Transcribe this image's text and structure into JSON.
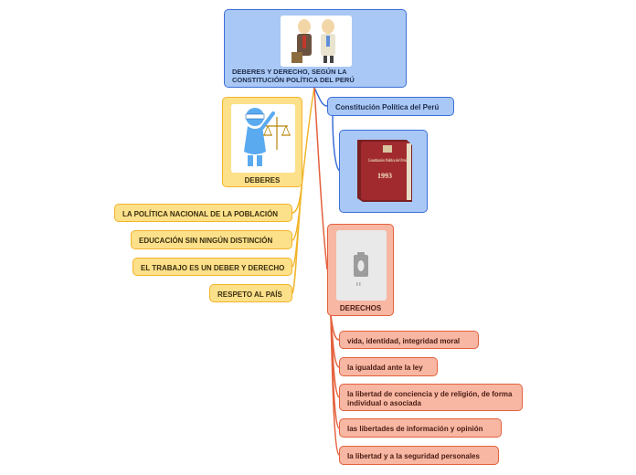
{
  "root": {
    "title": "DEBERES Y DERECHO, SEGÚN LA CONSTITUCIÓN POLÍTICA DEL PERÚ"
  },
  "constitution": {
    "label": "Constitución Política del Perú",
    "book_title": "Constitución Política del Perú",
    "book_year": "1993"
  },
  "deberes": {
    "label": "DEBERES",
    "items": [
      "LA POLÍTICA NACIONAL DE LA POBLACIÓN",
      "EDUCACIÓN SIN NINGÚN DISTINCIÓN",
      "EL TRABAJO ES UN DEBER Y DERECHO",
      "RESPETO AL PAÍS"
    ]
  },
  "derechos": {
    "label": "DERECHOS",
    "items": [
      "vida, identidad, integridad moral",
      "la igualdad ante la ley",
      "la libertad de conciencia y de religión, de forma individual o asociada",
      "las libertades de información y opinión",
      "la libertad y a la seguridad personales"
    ]
  },
  "colors": {
    "blue": "#3b6fd8",
    "yellow": "#f1b52b",
    "red": "#e4613d"
  }
}
